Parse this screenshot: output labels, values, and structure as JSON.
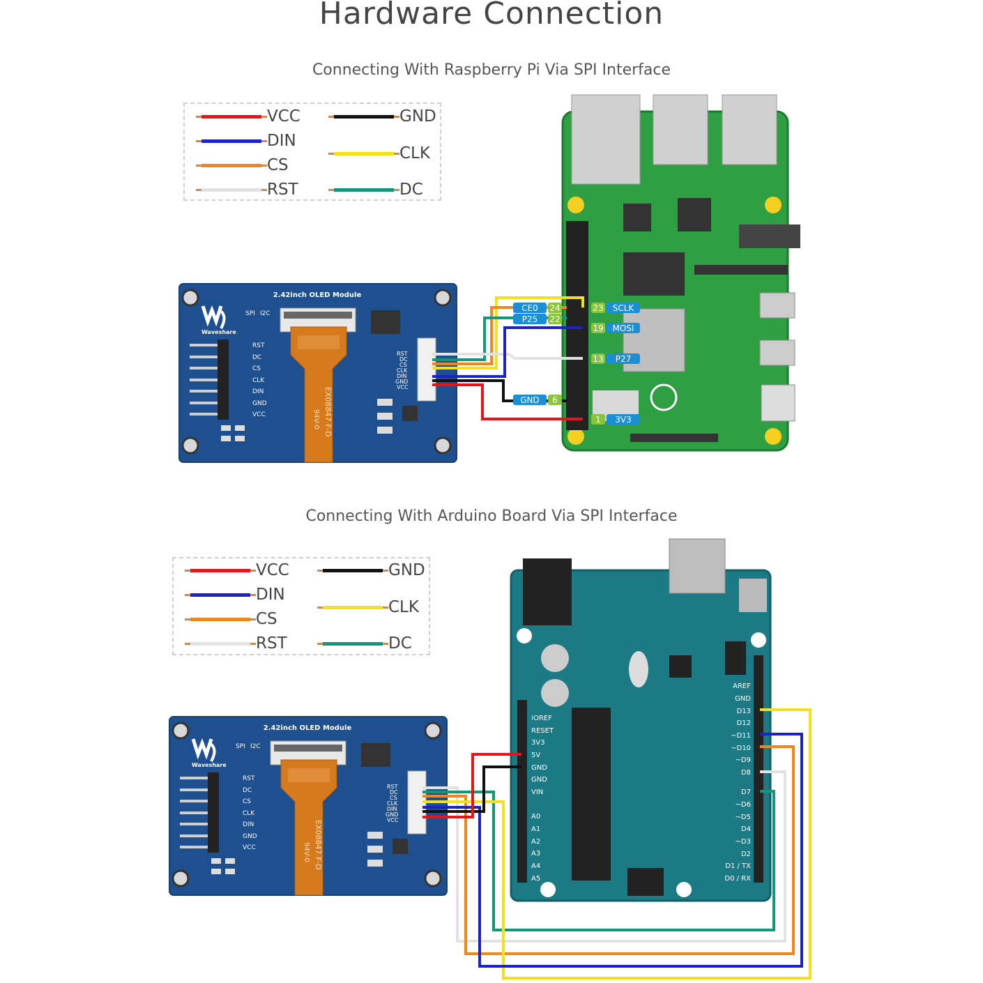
{
  "title": "Hardware Connection",
  "sections": [
    {
      "subtitle": "Connecting With Raspberry Pi Via SPI Interface"
    },
    {
      "subtitle": "Connecting With Arduino Board Via SPI Interface"
    }
  ],
  "legend": {
    "VCC": "VCC",
    "DIN": "DIN",
    "CS": "CS",
    "RST": "RST",
    "GND": "GND",
    "CLK": "CLK",
    "DC": "DC"
  },
  "wire_colors": {
    "VCC": "#e8141c",
    "DIN": "#1a22c8",
    "CS": "#f0861c",
    "RST": "#e2e2e2",
    "GND": "#111111",
    "CLK": "#f5e01c",
    "DC": "#11977a"
  },
  "oled": {
    "title": "2.42inch OLED Module",
    "brand": "Waveshare",
    "spi": "SPI",
    "i2c": "I2C",
    "pins": [
      "RST",
      "DC",
      "CS",
      "CLK",
      "DIN",
      "GND",
      "VCC"
    ],
    "flex_text": "EX08847 F-D",
    "flex_text2": "94V-0"
  },
  "rpi": {
    "labels": {
      "ce0": "CE0",
      "p25": "P25",
      "gnd": "GND",
      "n24": "24",
      "n22": "22",
      "n6": "6",
      "n23": "23",
      "n19": "19",
      "n13": "13",
      "n1": "1",
      "sclk": "SCLK",
      "mosi": "MOSI",
      "p27": "P27",
      "v33": "3V3"
    }
  },
  "arduino": {
    "left_pins": [
      "IOREF",
      "RESET",
      "3V3",
      "5V",
      "GND",
      "GND",
      "VIN",
      "A0",
      "A1",
      "A2",
      "A3",
      "A4",
      "A5"
    ],
    "right_pins": [
      "AREF",
      "GND",
      "D13",
      "D12",
      "~D11",
      "~D10",
      "~D9",
      "D8",
      "D7",
      "~D6",
      "~D5",
      "D4",
      "~D3",
      "D2",
      "D1 / TX",
      "D0 / RX"
    ]
  }
}
